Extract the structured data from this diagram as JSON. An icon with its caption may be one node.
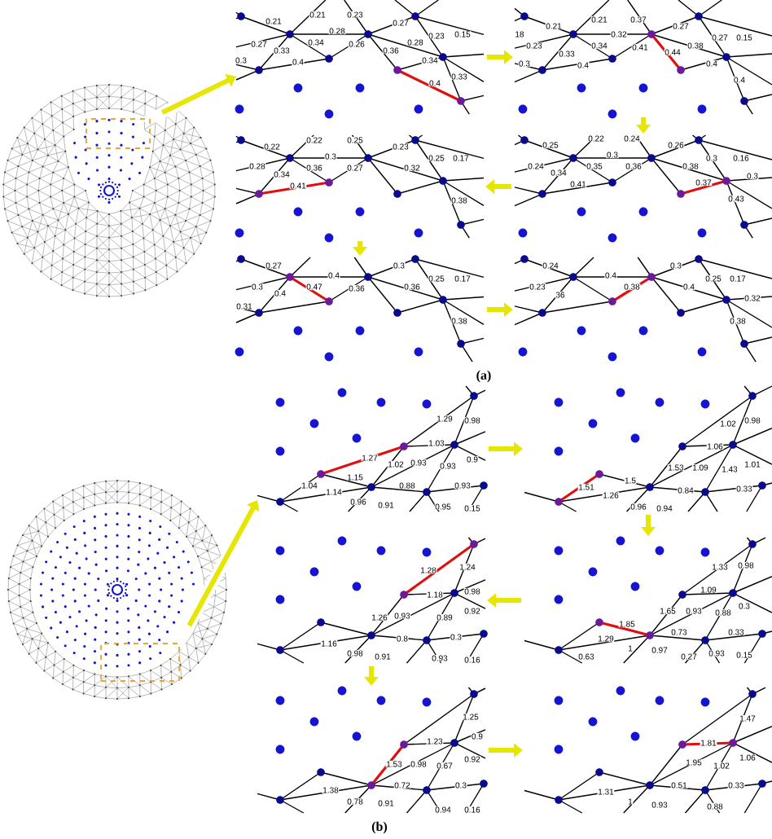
{
  "diagram": {
    "nodes": [
      {
        "text": [],
        "shape": "box"
      },
      {
        "text": [
          "0.21",
          "0.23",
          "0.21",
          "0.27",
          "0.28",
          "0.23",
          "0.15",
          "0.27",
          "0.34",
          "0.26",
          "0.28",
          "0.33",
          "0.36",
          "0.3",
          "0.4",
          "0.34",
          "0.33",
          "0.4"
        ]
      },
      {
        "text": [
          "0.21",
          "0.37",
          "0.21",
          "0.27",
          "18",
          "0.32",
          "0.27",
          "0.15",
          "0.23",
          "0.34",
          "0.41",
          "0.38",
          "0.33",
          "0.44",
          "0.3",
          "0.4",
          "0.4",
          "0.4"
        ]
      },
      {
        "text": [
          "0.22",
          "0.25",
          "0.22",
          "0.23",
          "0.3",
          "0.25",
          "0.17",
          "0.28",
          "0.36",
          "0.27",
          "0.32",
          "0.34",
          "0.41",
          "0.38"
        ]
      },
      {
        "text": [
          "0.22",
          "0.24",
          "0.25",
          "0.26",
          "0.3",
          "0.3",
          "0.16",
          "0.24",
          "0.35",
          "0.36",
          "0.38",
          "0.34",
          "0.3",
          "0.41",
          "0.37",
          "0.43"
        ]
      },
      {
        "text": [
          "0.27",
          "0.3",
          "0.4",
          "0.25",
          "0.17",
          "0.3",
          "0.4",
          "0.47",
          "0.36",
          "0.36",
          "0.31",
          "0.38"
        ]
      },
      {
        "text": [
          "0.24",
          "0.3",
          "0.4",
          "0.25",
          "0.17",
          "0.23",
          "36",
          "0.38",
          "0.4",
          "0.32",
          "0.38"
        ]
      },
      {
        "text": [],
        "shape": "box"
      },
      {
        "text": [
          "1.29",
          "0.98",
          "1.03",
          "1.27",
          "1.02",
          "0.93",
          "0.93",
          "0.9",
          "1.15",
          "1.04",
          "0.88",
          "0.93",
          "1.14",
          "0.96",
          "0.91",
          "0.95",
          "0.15"
        ]
      },
      {
        "text": [
          "1.02",
          "0.98",
          "1.06",
          "1.53",
          "1.09",
          "1.43",
          "1.01",
          "1.5",
          "1.51",
          "0.84",
          "0.33",
          "1.26",
          "0.96",
          "0.94"
        ]
      },
      {
        "text": [
          "1.28",
          "1.24",
          "1.18",
          "0.98",
          "1.26",
          "0.93",
          "0.89",
          "0.92",
          "0.8",
          "0.3",
          "1.16",
          "0.98",
          "0.91",
          "0.93",
          "0.16"
        ]
      },
      {
        "text": [
          "1.33",
          "0.98",
          "1.09",
          "1.65",
          "0.93",
          "0.88",
          "0.3",
          "1.85",
          "0.73",
          "0.33",
          "1.29",
          "0.63",
          "1",
          "0.97",
          "0.27",
          "0.93",
          "0.15"
        ]
      },
      {
        "text": [
          "1.25",
          "1.23",
          "0.9",
          "1.53",
          "0.98",
          "0.67",
          "0.92",
          "1.38",
          "0.72",
          "0.3",
          "0.78",
          "0.91",
          "0.94",
          "0.16"
        ]
      },
      {
        "text": [
          "1.47",
          "1.81",
          "1.95",
          "1.02",
          "1.06",
          "1.31",
          "0.51",
          "0.33",
          "1",
          "0.93",
          "0.88"
        ]
      }
    ],
    "edges": [
      {
        "from": 0,
        "to": 1,
        "arrow": "to"
      },
      {
        "from": 1,
        "to": 2,
        "arrow": "to"
      },
      {
        "from": 2,
        "to": 4,
        "arrow": "to"
      },
      {
        "from": 4,
        "to": 3,
        "arrow": "to"
      },
      {
        "from": 3,
        "to": 5,
        "arrow": "to"
      },
      {
        "from": 5,
        "to": 6,
        "arrow": "to"
      },
      {
        "from": 7,
        "to": 8,
        "arrow": "to"
      },
      {
        "from": 8,
        "to": 9,
        "arrow": "to"
      },
      {
        "from": 9,
        "to": 11,
        "arrow": "to"
      },
      {
        "from": 11,
        "to": 10,
        "arrow": "to"
      },
      {
        "from": 10,
        "to": 12,
        "arrow": "to"
      },
      {
        "from": 12,
        "to": 13,
        "arrow": "to"
      }
    ],
    "labels": [
      "(a)",
      "(b)"
    ]
  }
}
